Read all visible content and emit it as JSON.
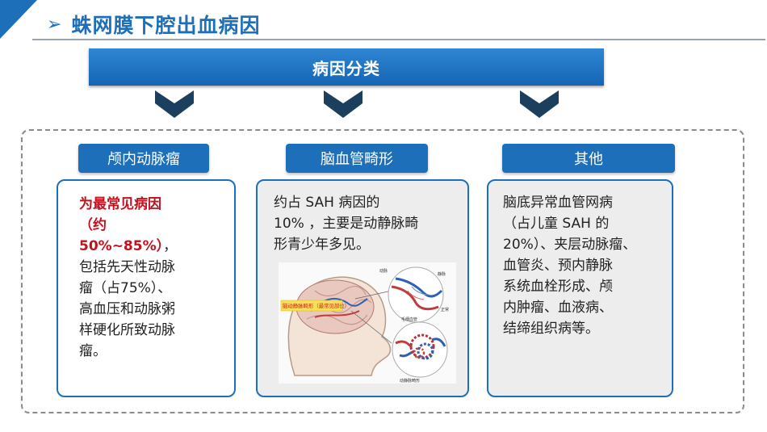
{
  "header": {
    "arrow_glyph": "➢",
    "title": "蛛网膜下腔出血病因"
  },
  "banner": {
    "label": "病因分类"
  },
  "categories": [
    {
      "label": "颅内动脉瘤"
    },
    {
      "label": "脑血管畸形"
    },
    {
      "label": "其他"
    }
  ],
  "cards": {
    "aneurysm": {
      "highlight_1": "为最常见病因",
      "highlight_2": "（约",
      "highlight_3": "50%~85%）",
      "line_3_suffix": "，",
      "rest": [
        "包括先天性动脉",
        "瘤（占75%）、",
        "高血压和动脉粥",
        "样硬化所致动脉",
        "瘤。"
      ]
    },
    "malformation": {
      "lines": [
        "约占 SAH 病因的",
        "10% ，主要是动静脉畸",
        "形青少年多见。"
      ],
      "illustration_labels": {
        "brain_label": "脑动静脉畸形（最常见部位）",
        "artery": "动脉",
        "vein": "静脉",
        "normal": "正常",
        "capillary": "毛细血管",
        "avm": "动静脉畸形"
      }
    },
    "other": {
      "lines": [
        "脑底异常血管网病",
        "（占儿童 SAH 的",
        "20%）、夹层动脉瘤、",
        "血管炎、预内静脉",
        "系统血栓形成、颅",
        "内肿瘤、血液病、",
        "结缔组织病等。"
      ]
    }
  },
  "colors": {
    "primary": "#1e6fba",
    "accent_red": "#c0121f",
    "grey_card": "#ededed"
  }
}
